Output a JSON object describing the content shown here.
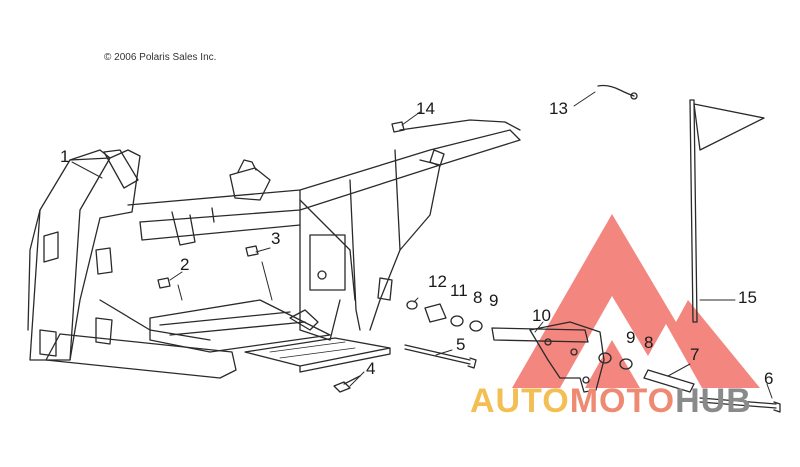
{
  "copyright": "© 2006 Polaris Sales Inc.",
  "callouts": [
    "1",
    "2",
    "3",
    "4",
    "5",
    "6",
    "7",
    "8",
    "9",
    "10",
    "11",
    "12",
    "13",
    "14",
    "15",
    "8",
    "9"
  ],
  "watermark": {
    "part1": "AUTO",
    "part2": "MOTO",
    "part3": "HUB"
  },
  "colors": {
    "line": "#2a2a2a",
    "logo_red": "#ee3e34",
    "wm_auto": "#f3bf55",
    "wm_moto": "#ef8a72",
    "wm_hub": "#8a8a8a"
  }
}
